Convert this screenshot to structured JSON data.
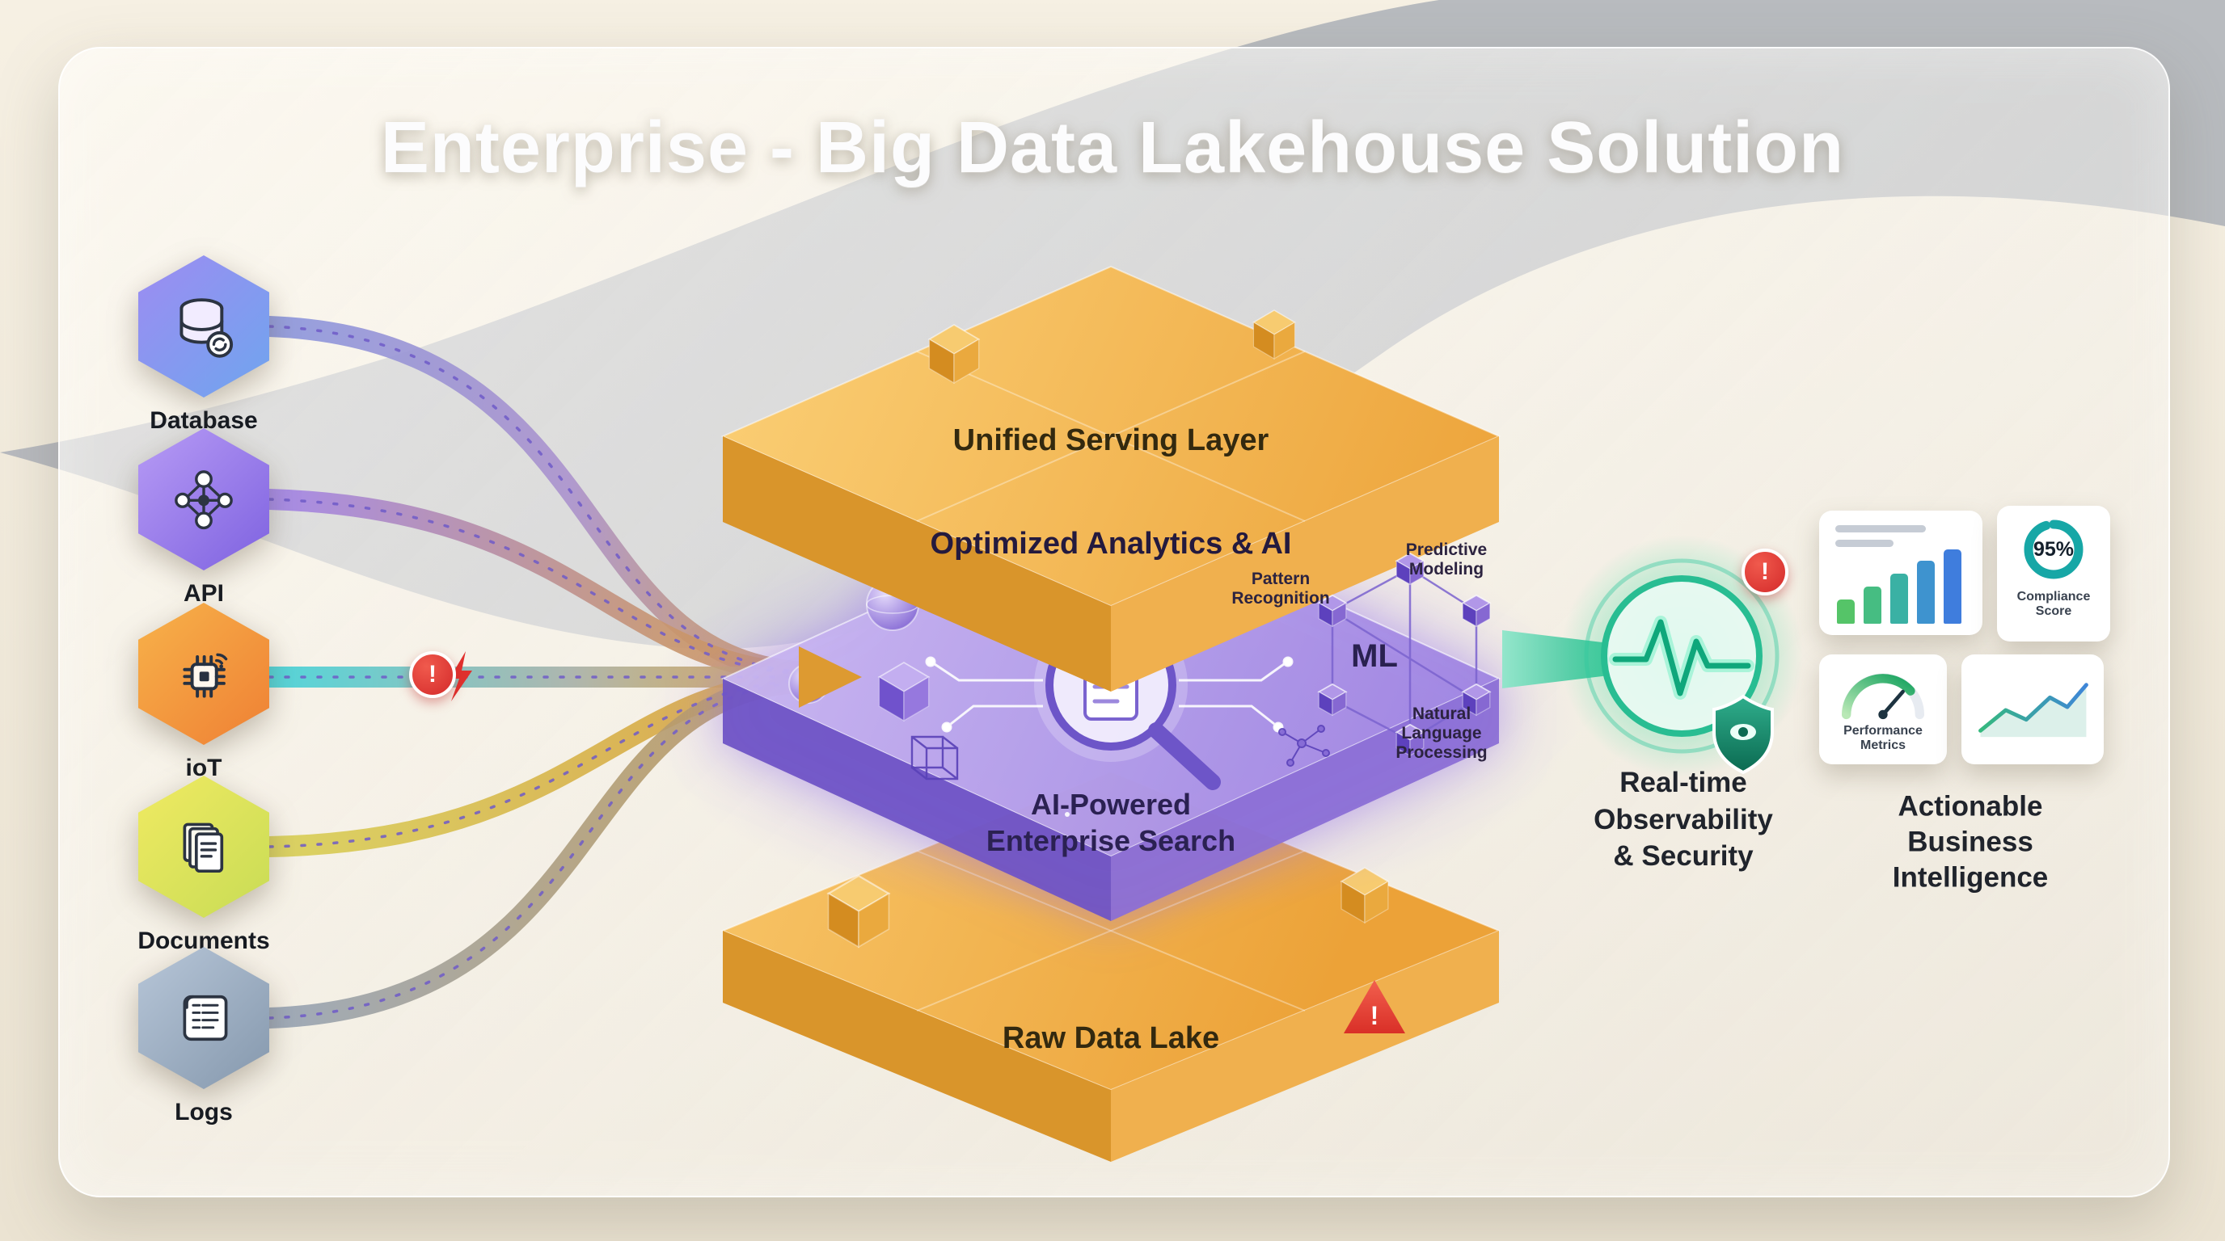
{
  "title": "Enterprise - Big Data Lakehouse Solution",
  "sources": {
    "database": {
      "label": "Database",
      "icon": "database-icon"
    },
    "api": {
      "label": "API",
      "icon": "api-network-icon"
    },
    "iot": {
      "label": "ioT",
      "icon": "iot-chip-icon"
    },
    "documents": {
      "label": "Documents",
      "icon": "documents-icon"
    },
    "logs": {
      "label": "Logs",
      "icon": "logs-scroll-icon"
    }
  },
  "stack": {
    "serving_label": "Unified Serving Layer",
    "analytics_label": "Optimized Analytics & AI",
    "search_label": "AI-Powered\nEnterprise Search",
    "raw_label": "Raw Data Lake"
  },
  "ml": {
    "center_label": "ML",
    "pattern_label": "Pattern\nRecognition",
    "predictive_label": "Predictive\nModeling",
    "nlp_label": "Natural\nLanguage\nProcessing"
  },
  "observability": {
    "label": "Real-time\nObservability\n& Security"
  },
  "bi": {
    "label": "Actionable Business\nIntelligence",
    "compliance_value": "95%",
    "compliance_label": "Compliance\nScore",
    "performance_label": "Performance\nMetrics"
  },
  "alerts": {
    "iot_alert": "!",
    "security_alert": "!",
    "lake_warning": "!"
  },
  "icons": [
    "database-icon",
    "api-network-icon",
    "iot-chip-icon",
    "documents-icon",
    "logs-scroll-icon",
    "ai-search-magnifier-icon",
    "ml-network-icon",
    "ecg-pulse-icon",
    "shield-eye-icon",
    "alert-badge-icon",
    "warning-triangle-icon",
    "bar-chart-icon",
    "donut-chart-icon",
    "gauge-icon",
    "line-chart-icon",
    "flow-arrow-icon"
  ],
  "colors": {
    "accent_orange": "#eda73c",
    "accent_purple": "#8b6fd8",
    "accent_teal": "#2fc99e",
    "alert_red": "#e23434",
    "panel_glass": "#fbf8f2"
  }
}
